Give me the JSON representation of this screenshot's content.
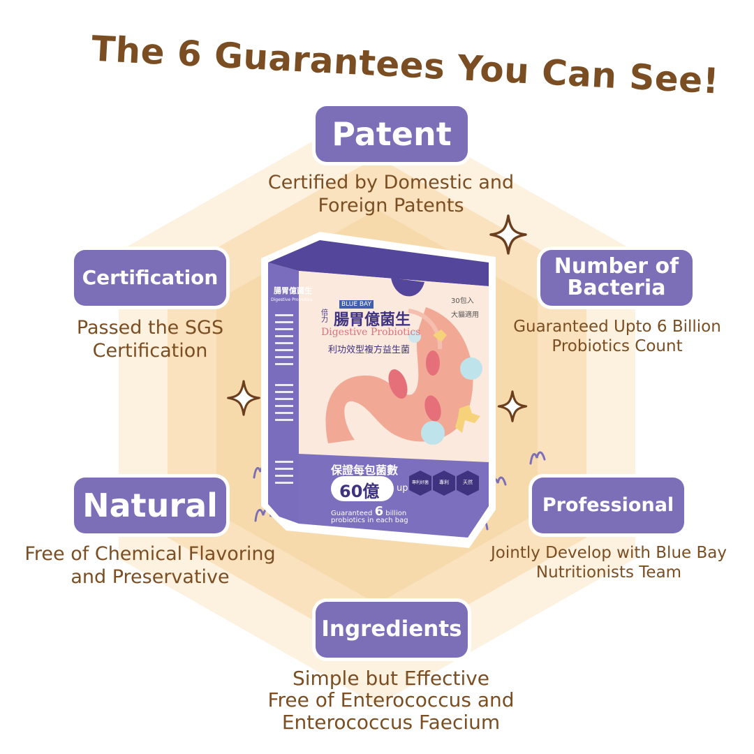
{
  "title": "The 6 Guarantees You Can See!",
  "colors": {
    "badge": "#7c6fb7",
    "text_brown": "#7a4e22",
    "hex_outer": "#fdf1e0",
    "hex_inner": "#f7d7a5",
    "box_purple": "#5a4a9a"
  },
  "features": {
    "patent": {
      "label": "Patent",
      "desc": [
        "Certified by Domestic and",
        "Foreign Patents"
      ]
    },
    "certification": {
      "label": "Certification",
      "desc": [
        "Passed the SGS",
        "Certification"
      ]
    },
    "bacteria": {
      "label": [
        "Number of",
        "Bacteria"
      ],
      "desc": [
        "Guaranteed Upto 6 Billion",
        "Probiotics Count"
      ]
    },
    "natural": {
      "label": "Natural",
      "desc": [
        "Free of Chemical Flavoring",
        "and Preservative"
      ]
    },
    "professional": {
      "label": "Professional",
      "desc": [
        "Jointly Develop with Blue Bay",
        "Nutritionists Team"
      ]
    },
    "ingredients": {
      "label": "Ingredients",
      "desc": [
        "Simple but Effective",
        "Free of Enterococcus and",
        "Enterococcus Faecium"
      ]
    }
  },
  "product": {
    "brand": "BLUE BAY",
    "name_cn": "腸胃億菌生",
    "name_prefix": "倍力",
    "name_en": "Digestive Probiotics",
    "subtitle_cn": "利功效型複方益生菌",
    "pack_count": "30包入",
    "audience": "大貓適用",
    "guarantee_cn": "保證每包菌數",
    "count_value": "60億",
    "count_unit": "up",
    "guarantee_en_1": "Guaranteed",
    "guarantee_en_num": "6",
    "guarantee_en_2": "billion",
    "guarantee_en_3": "probiotics in each bag",
    "side_cn": "腸胃億菌生",
    "side_en": "Digestive Probiotics",
    "badge_1": "專利好菌",
    "badge_2": "專利",
    "badge_3": "天然"
  }
}
